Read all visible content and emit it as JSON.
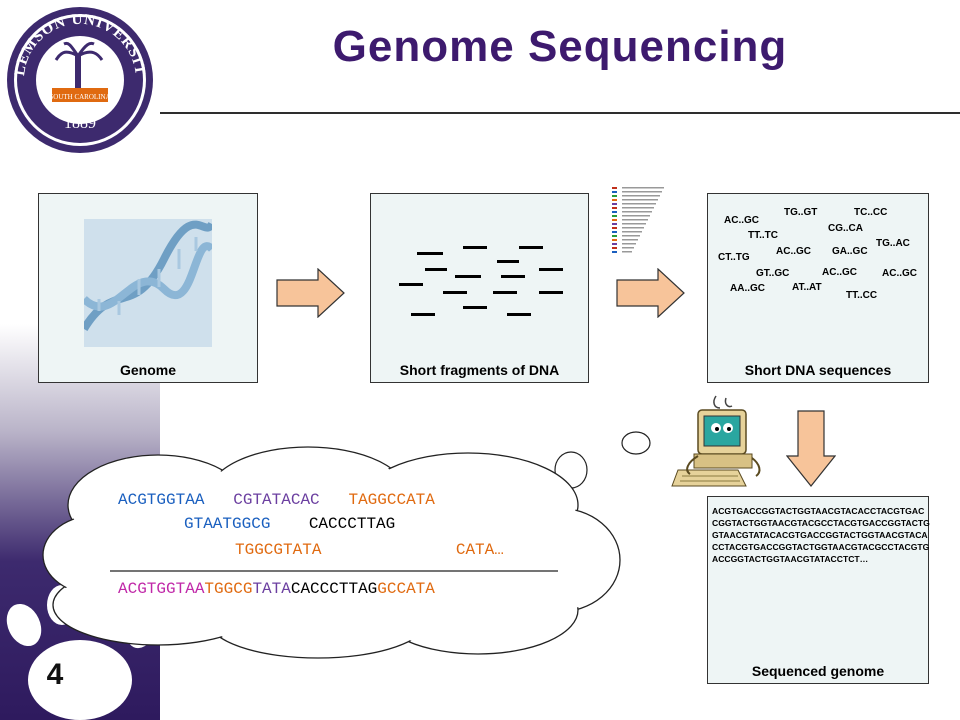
{
  "title": "Genome Sequencing",
  "slide_number": "4",
  "seal": {
    "university": "CLEMSON UNIVERSITY",
    "state": "SOUTH CAROLINA",
    "year": "1889"
  },
  "panels": {
    "genome_label": "Genome",
    "fragments_label": "Short fragments of DNA",
    "sequences_label": "Short DNA sequences",
    "sequenced_label": "Sequenced genome"
  },
  "short_sequences": [
    "TG..GT",
    "TC..CC",
    "AC..GC",
    "CG..CA",
    "TT..TC",
    "TG..AC",
    "AC..GC",
    "GA..GC",
    "CT..TG",
    "GT..GC",
    "AC..GC",
    "AC..GC",
    "AA..GC",
    "AT..AT",
    "TT..CC"
  ],
  "sequenced_genome": "ACGTGACCGGTACTGGTAACGTACACCTACGTGACCGGTACTGGTAACGTACGCCTACGTGACCGGTACTGGTAACGTATACACGTGACCGGTACTGGTAACGTACACCTACGTGACCGGTACTGGTAACGTACGCCTACGTGACCGGTACTGGTAACGTATACCTCT…",
  "assembly": {
    "row1": [
      {
        "t": "ACGTGGTAA",
        "c": "g"
      },
      {
        "t": "   ",
        "c": "k"
      },
      {
        "t": "CGTATACAC",
        "c": "b"
      },
      {
        "t": "   ",
        "c": "k"
      },
      {
        "t": "TAGGCCATA",
        "c": "o"
      }
    ],
    "row2": [
      {
        "t": "GTAATGGCG",
        "c": "g"
      },
      {
        "t": "    ",
        "c": "k"
      },
      {
        "t": "CACCCTTAG",
        "c": "k"
      }
    ],
    "row3": [
      {
        "t": "TGGCGTATA",
        "c": "o"
      },
      {
        "t": "              ",
        "c": "k"
      },
      {
        "t": "CATA…",
        "c": "o"
      }
    ],
    "result": [
      {
        "t": "ACGTGGTAA",
        "c": "p"
      },
      {
        "t": "TGGCG",
        "c": "o"
      },
      {
        "t": "TATA",
        "c": "b"
      },
      {
        "t": "CAC",
        "c": "k"
      },
      {
        "t": "CCTTAG",
        "c": "k"
      },
      {
        "t": "GCCATA",
        "c": "o"
      }
    ]
  }
}
